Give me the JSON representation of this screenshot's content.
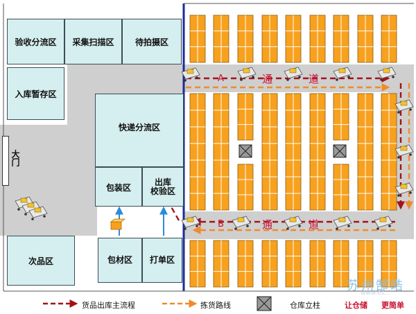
{
  "zones": {
    "inspection": "验收分流区",
    "scan": "采集扫描区",
    "photo": "待拍摄区",
    "staging": "入库暂存区",
    "express": "快递分流区",
    "packing": "包装区",
    "outbound_check": "出库\n校验区",
    "defect": "次品区",
    "materials": "包材区",
    "print": "打单区",
    "gate": "大门"
  },
  "aisles": {
    "a_label": "A",
    "b_label": "B",
    "tong": "通",
    "dao": "道"
  },
  "legend": {
    "main_flow": "货品出库主流程",
    "picking": "拣货路线",
    "pillar": "仓库立柱"
  },
  "watermark": {
    "brand": "苏州郜皓",
    "site": "www.es...",
    "slogan_1": "让仓储",
    "slogan_2": "更简单"
  },
  "colors": {
    "shelf": "#f7a11e",
    "zone": "#d5eef0",
    "aisle": "#d0d0d0",
    "wall": "#1b2a9a",
    "main_flow": "#a3121a",
    "picking": "#f08a2a",
    "arrow_up": "#2a8bd6"
  }
}
